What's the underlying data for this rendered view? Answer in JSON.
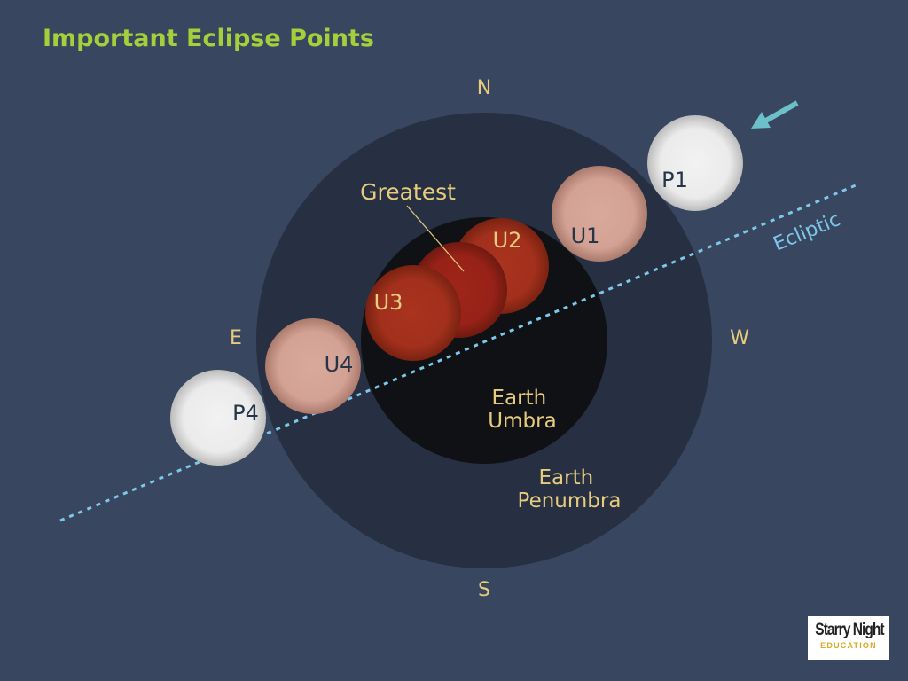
{
  "title": "Important Eclipse Points",
  "compass": {
    "north": "N",
    "south": "S",
    "east": "E",
    "west": "W"
  },
  "ecliptic_label": "Ecliptic",
  "umbra_label": [
    "Earth",
    "Umbra"
  ],
  "penumbra_label": [
    "Earth",
    "Penumbra"
  ],
  "greatest_label": "Greatest",
  "points": {
    "p1": "P1",
    "u1": "U1",
    "u2": "U2",
    "u3": "U3",
    "u4": "U4",
    "p4": "P4"
  },
  "logo": {
    "top": "Starry Night",
    "bottom": "EDUCATION"
  },
  "colors": {
    "background": "#38465f",
    "penumbra": "#272f42",
    "umbra": "#0f1115",
    "title": "#a6cf3c",
    "label": "#e8cc7e",
    "ecliptic": "#7dc8ea",
    "motion_arrow": "#6cc0c9",
    "moon_full": "#ededed",
    "moon_partial": "#d6a497",
    "moon_total": "#a8321e"
  },
  "icons": {
    "motion_arrow": "arrow-icon"
  }
}
